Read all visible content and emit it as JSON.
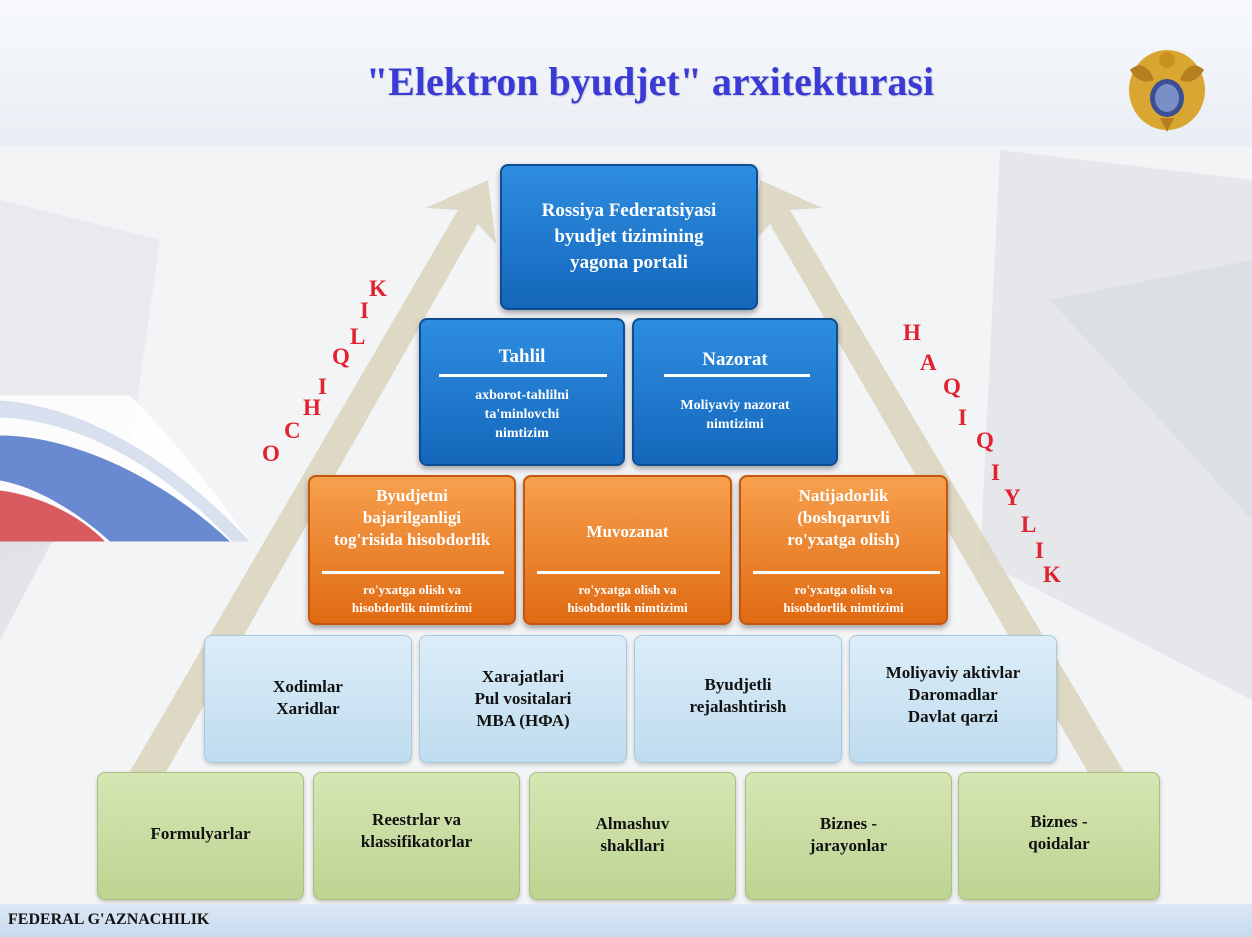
{
  "slide": {
    "title": "\"Elektron byudjet\" arxitekturasi",
    "footer": "FEDERAL G'AZNACHILIK"
  },
  "pyramid": {
    "top": "Rossiya Federatsiyasi\nbyudjet tizimining\nyagona portali",
    "level2": [
      {
        "title": "Tahlil",
        "subtitle": "axborot-tahlilni\nta'minlovchi\nnimtizim"
      },
      {
        "title": "Nazorat",
        "subtitle": "Moliyaviy nazorat\nnimtizimi"
      }
    ],
    "level3": [
      {
        "title": "Byudjetni\nbajarilganligi\ntog'risida hisobdorlik",
        "subtitle": "ro'yxatga olish va\nhisobdorlik nimtizimi"
      },
      {
        "title": "Muvozanat",
        "subtitle": "ro'yxatga olish va\nhisobdorlik nimtizimi"
      },
      {
        "title": "Natijadorlik\n(boshqaruvli\nro'yxatga olish)",
        "subtitle": "ro'yxatga olish va\nhisobdorlik nimtizimi"
      }
    ],
    "level4": [
      "Xodimlar\nXaridlar",
      "Xarajatlari\nPul vositalari\nMBA (НФА)",
      "Byudjetli\nrejalashtirish",
      "Moliyaviy aktivlar\nDaromadlar\nDavlat qarzi"
    ],
    "level5": [
      "Formulyarlar",
      "Reestrlar va\nklassifikatorlar",
      "Almashuv\nshakllari",
      "Biznes -\njarayonlar",
      "Biznes -\nqoidalar"
    ]
  },
  "side_labels": {
    "left": [
      "O",
      "C",
      "H",
      "I",
      "Q",
      "L",
      "I",
      "K"
    ],
    "right": [
      "H",
      "A",
      "Q",
      "I",
      "Q",
      "I",
      "Y",
      "L",
      "I",
      "K"
    ]
  },
  "colors": {
    "title": "#3a3bd6",
    "side_letters": "#e0232f",
    "blue_box": "#1f7ad0",
    "orange_box": "#ee8430",
    "light_blue_box": "#cfe4f3",
    "green_box": "#c9dc9f"
  }
}
